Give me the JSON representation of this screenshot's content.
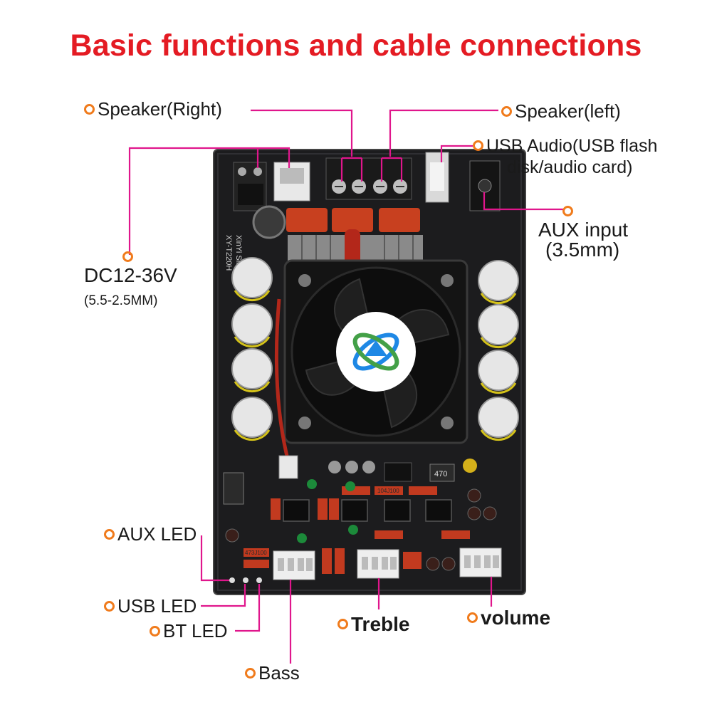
{
  "title": "Basic functions and cable connections",
  "labels": {
    "speaker_right": "Speaker(Right)",
    "speaker_left": "Speaker(left)",
    "usb_audio_line1": "USB Audio(USB flash",
    "usb_audio_line2": "disk/audio card)",
    "aux_input_line1": "AUX input",
    "aux_input_line2": "(3.5mm)",
    "dc_line1": "DC12-36V",
    "dc_line2": "(5.5-2.5MM)",
    "aux_led": "AUX LED",
    "usb_led": "USB LED",
    "bt_led": "BT LED",
    "bass": "Bass",
    "treble": "Treble",
    "volume": "volume"
  },
  "board_markings": {
    "model": "XY-T220H",
    "brand": "XinYi SiruiAudio",
    "resistor": "470",
    "capacitor_code": "104J100",
    "capacitor_code_2": "473J100"
  },
  "colors": {
    "title": "#e41b23",
    "callout_line": "#e0168c",
    "bullet": "#f07b1c",
    "pcb": "#1c1c1e"
  }
}
